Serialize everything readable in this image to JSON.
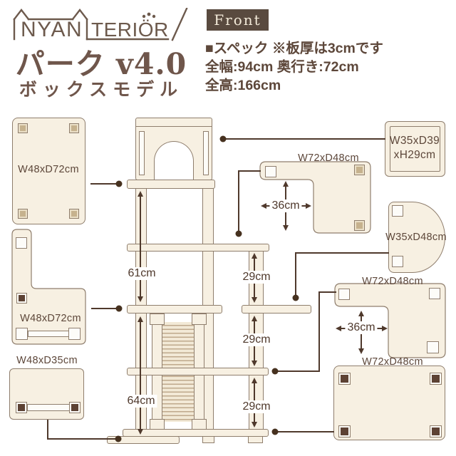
{
  "header": {
    "logo_part1": "NYAN",
    "logo_part2": "TERIÖR",
    "logo_slash": "/",
    "title": "パーク v4.0",
    "subtitle": "ボックスモデル",
    "view_label": "Front",
    "spec_heading": "■スペック ※板厚は3cmです",
    "spec_width_depth": "全幅:94cm 奥行き:72cm",
    "spec_height": "全高:166cm"
  },
  "measurements": {
    "upper_section_height": "61cm",
    "lower_section_height": "64cm",
    "shelf_gap_top": "29cm",
    "shelf_gap_middle": "29cm",
    "shelf_gap_bottom": "29cm",
    "notch_width_top": "36cm",
    "notch_width_middle": "36cm"
  },
  "panels": {
    "left_top_label": "W48xD72cm",
    "left_middle_label": "W48xD72cm",
    "left_bottom_label": "W48xD35cm",
    "right_box_label_line1": "W35xD39",
    "right_box_label_line2": "xH29cm",
    "right_l_top_label": "W72xD48cm",
    "right_round_label": "W35xD48cm",
    "right_l_middle_label": "W72xD48cm",
    "right_bottom_label": "W72xD48cm"
  },
  "colors": {
    "background": "#ffffff",
    "panel_fill": "#f7f0e2",
    "panel_border": "#8f7e6d",
    "tan_pad": "#c6b28e",
    "dark_pad": "#5d4234",
    "line": "#4f392c",
    "text": "#5d473a",
    "brand": "#6d5a4d",
    "badge_bg": "#594a3f",
    "badge_text": "#f3ead9"
  }
}
